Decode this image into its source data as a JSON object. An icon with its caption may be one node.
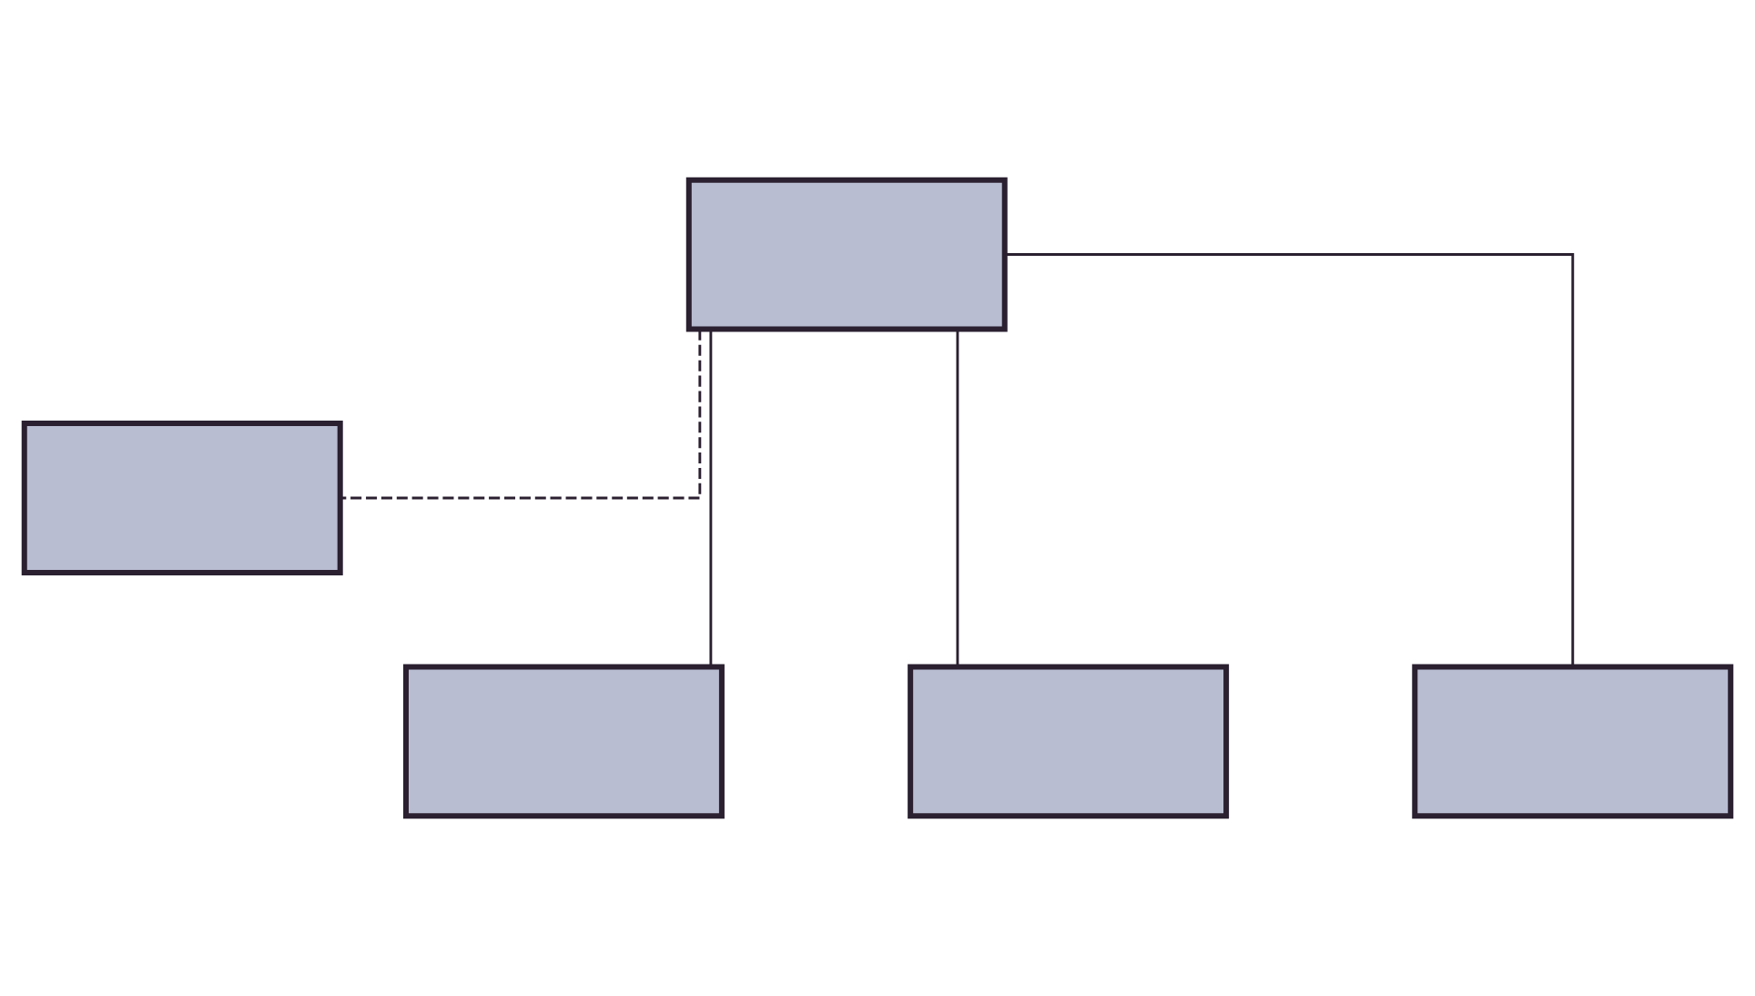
{
  "diagram": {
    "nodes": [
      {
        "text": [],
        "shape": "box"
      },
      {
        "text": [],
        "shape": "box"
      },
      {
        "text": [],
        "shape": "box"
      },
      {
        "text": [],
        "shape": "box"
      },
      {
        "text": [],
        "shape": "box"
      }
    ],
    "edges": [
      {
        "from": 0,
        "to": 1,
        "arrow": "none",
        "style": "dashed"
      },
      {
        "from": 0,
        "to": 2,
        "arrow": "none"
      },
      {
        "from": 0,
        "to": 3,
        "arrow": "none"
      },
      {
        "from": 0,
        "to": 4,
        "arrow": "none"
      }
    ]
  }
}
